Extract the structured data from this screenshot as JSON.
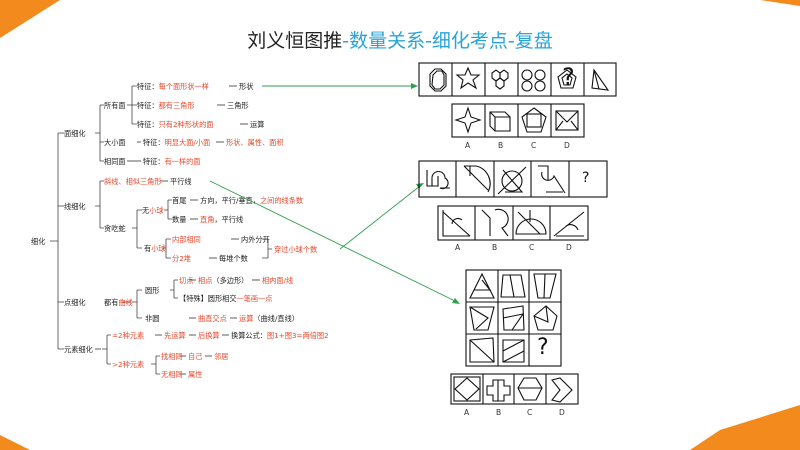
{
  "title": {
    "main": "刘义恒图推",
    "sub": "-数量关系-细化考点-复盘"
  },
  "mindmap": {
    "root": "细化",
    "face": {
      "label": "面细化",
      "all_face": "所有面",
      "feat": "特征：",
      "r1_red": "每个面形状一样",
      "r1_black": "形状",
      "r2_red": "都有三角形",
      "r2_black": "三角形",
      "r3_red": "只有2种形状的面",
      "r3_black": "运算",
      "big_small": "大小面",
      "bs_feat": "特征：",
      "bs_red1": "明显大面/小面",
      "bs_red2": "形状、属性、面积",
      "same_face": "相同面",
      "sf_feat": "特征：",
      "sf_red": "有一样的面"
    },
    "line": {
      "label": "线细化",
      "slant_red": "斜线、相似三角形",
      "slant_black": "平行线",
      "greedy": "贪吃蛇",
      "no_ball_a": "无",
      "no_ball_b": "小球",
      "head_tail": "首尾",
      "ht_black": "方向，平行/垂直，",
      "ht_red": "之间的线条数",
      "count": "数量",
      "count_red": "直角",
      "count_black": "，平行线",
      "has_ball_a": "有",
      "has_ball_b": "小球",
      "inner_same": "内部相同",
      "inner_black": "内外分开",
      "split2": "分2堆",
      "split2_black": "每堆个数",
      "cross_ball": "穿过小球个数"
    },
    "point": {
      "label": "点细化",
      "all_curve_a": "都有",
      "all_curve_b": "曲线",
      "circle": "圆形",
      "tangent": "切点",
      "tangent_point": "相点",
      "poly": "（多边形）",
      "tangent_face": "相内面/线",
      "special": "【特殊】圆形相交",
      "special_red": "一笔画一点",
      "noncircle": "非圆",
      "curve_cross": "曲直交点",
      "calc": "运算",
      "calc_black": "（曲线/直线）"
    },
    "element": {
      "label": "元素细化",
      "eq2": "=2种元素",
      "first": "先运算",
      "then": "后换算",
      "formula": "换算公式：",
      "formula_red": "图1+图3=两倍图2",
      "gt2": ">2种元素",
      "find_same": "找相同",
      "self": "自己",
      "neighbor": "邻居",
      "no_same": "无相同",
      "attr": "属性"
    }
  },
  "puzzles": {
    "p1_options": [
      "A",
      "B",
      "C",
      "D"
    ],
    "p1_question": "?",
    "p2_options": [
      "A",
      "B",
      "C",
      "D"
    ],
    "p2_question": "?",
    "p3_options": [
      "A",
      "B",
      "C",
      "D"
    ],
    "p3_question": "?"
  },
  "colors": {
    "accent_blue": "#27a4d8",
    "accent_orange": "#f28a1e",
    "red": "#e8482b",
    "arrow_green": "#2e9e4f"
  }
}
